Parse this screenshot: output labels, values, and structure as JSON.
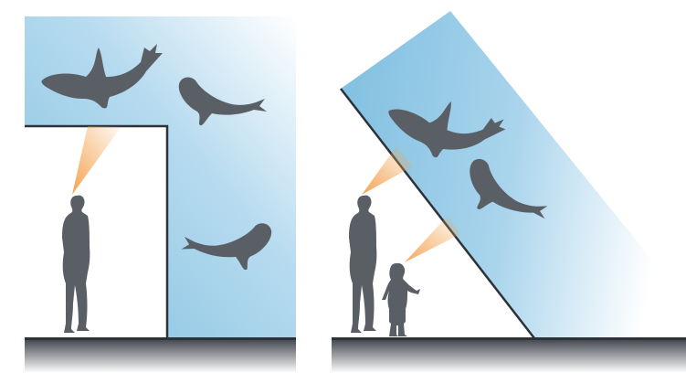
{
  "figure": {
    "panels": [
      {
        "id": "left",
        "window_shape": "overhead-ledge",
        "viewers": [
          "adult"
        ],
        "animals": [
          "sea-lion",
          "seal",
          "seal"
        ]
      },
      {
        "id": "right",
        "window_shape": "sloped",
        "viewers": [
          "adult",
          "child"
        ],
        "animals": [
          "sea-lion",
          "seal"
        ]
      }
    ],
    "colors": {
      "water_deep": "#7fbfe0",
      "water_light": "#ffffff",
      "silhouette": "#5a5f66",
      "sightline": "#f3a04a",
      "floor": "#3c4148",
      "wall_edge": "#2d3238"
    }
  }
}
